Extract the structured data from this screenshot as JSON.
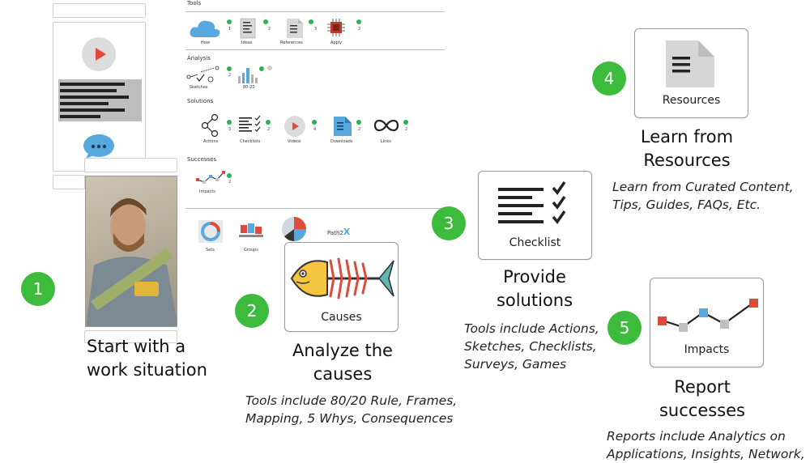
{
  "steps": [
    {
      "num": "1",
      "title_l1": "Start with a",
      "title_l2": "work situation"
    },
    {
      "num": "2",
      "title_l1": "Analyze the",
      "title_l2": "causes",
      "desc_l1": "Tools include 80/20 Rule, Frames,",
      "desc_l2": "Mapping, 5 Whys, Consequences",
      "card": "Causes"
    },
    {
      "num": "3",
      "title_l1": "Provide",
      "title_l2": "solutions",
      "desc_l1": "Tools include Actions,",
      "desc_l2": "Sketches, Checklists,",
      "desc_l3": "Surveys, Games",
      "card": "Checklist"
    },
    {
      "num": "4",
      "title_l1": "Learn from",
      "title_l2": "Resources",
      "desc_l1": "Learn from Curated Content,",
      "desc_l2": "Tips, Guides, FAQs, Etc.",
      "card": "Resources"
    },
    {
      "num": "5",
      "title_l1": "Report",
      "title_l2": "successes",
      "desc_l1": "Reports include Analytics on",
      "desc_l2": "Applications, Insights, Network,",
      "card": "Impacts"
    }
  ],
  "panel": {
    "sections": {
      "tools": "Tools",
      "analysis": "Analysis",
      "solutions": "Solutions",
      "successes": "Successes"
    },
    "tools": [
      {
        "label": "How",
        "count": "1"
      },
      {
        "label": "Ideas",
        "count": "2"
      },
      {
        "label": "References",
        "count": "3"
      },
      {
        "label": "Apply",
        "count": "2"
      }
    ],
    "analysis": [
      {
        "label": "Sketches",
        "count": "2"
      },
      {
        "label": "80-20",
        "count": ""
      }
    ],
    "solutions": [
      {
        "label": "Actions",
        "count": "3"
      },
      {
        "label": "Checklists",
        "count": "2"
      },
      {
        "label": "Videos",
        "count": "4"
      },
      {
        "label": "Downloads",
        "count": "2"
      },
      {
        "label": "Links",
        "count": "2"
      }
    ],
    "successes": [
      {
        "label": "Impacts",
        "count": "2"
      }
    ],
    "bottom": [
      {
        "label": "Sets"
      },
      {
        "label": "Groups"
      }
    ],
    "logo": "Path2"
  },
  "colors": {
    "green": "#3dbb3d",
    "red": "#e04a3a",
    "blue": "#58a8e0",
    "gray": "#b0b0b0"
  },
  "icons": [
    "play-icon",
    "chat-bubble-icon",
    "fishbone-icon",
    "checklist-icon",
    "document-icon",
    "impacts-chart-icon"
  ]
}
